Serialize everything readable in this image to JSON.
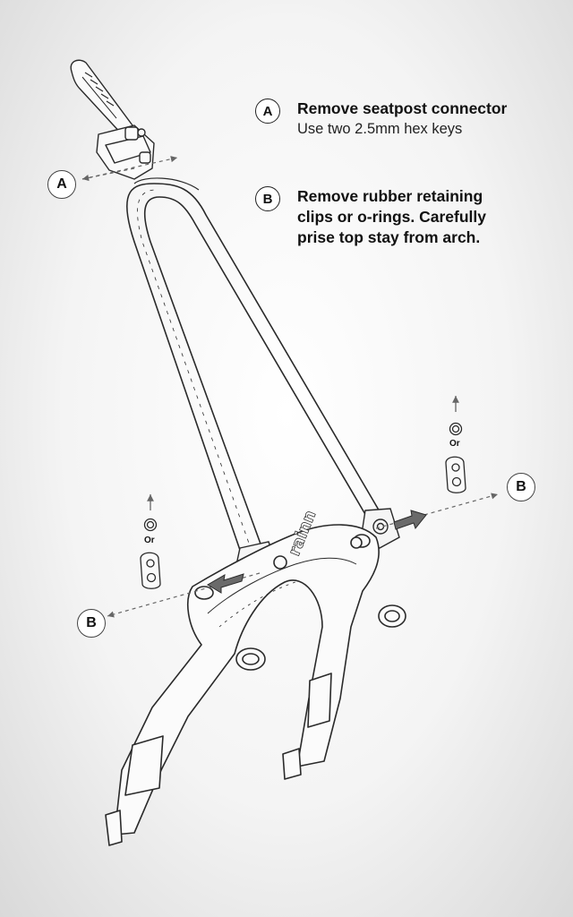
{
  "steps": [
    {
      "letter": "A",
      "title": "Remove seatpost connector",
      "subtitle": "Use two 2.5mm hex keys"
    },
    {
      "letter": "B",
      "title": "Remove rubber retaining clips or o-rings. Carefully prise top stay from arch.",
      "subtitle": ""
    }
  ],
  "callouts": {
    "a": "A",
    "b_right": "B",
    "b_left": "B"
  },
  "or_left": "Or",
  "or_right": "Or",
  "brand": "rainn",
  "colors": {
    "line": "#2a2a2a",
    "arrow": "#555555",
    "badge_border": "#222222"
  }
}
